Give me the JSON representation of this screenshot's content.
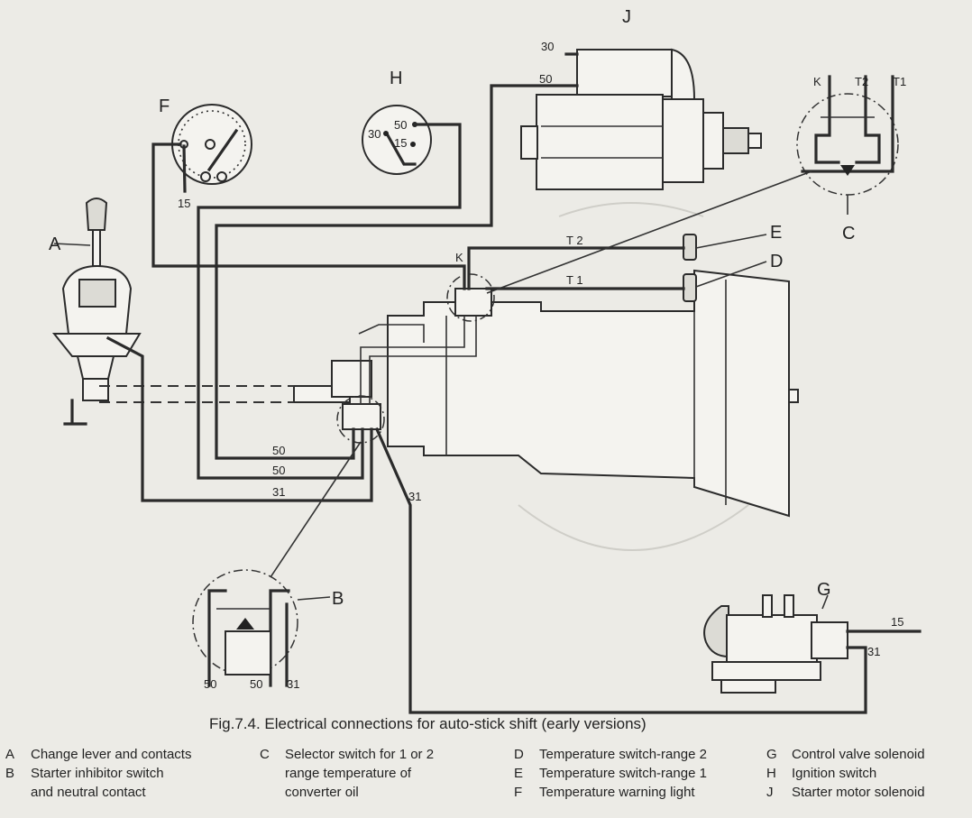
{
  "figure": {
    "caption": "Fig.7.4. Electrical connections for auto-stick shift (early versions)"
  },
  "labels": {
    "A": "A",
    "B": "B",
    "C": "C",
    "D": "D",
    "E": "E",
    "F": "F",
    "G": "G",
    "H": "H",
    "J": "J",
    "K": "K"
  },
  "terminals": {
    "n30": "30",
    "n50": "50",
    "n15": "15",
    "n31": "31",
    "t1": "T 1",
    "t2": "T 2",
    "t1_inset": "T1",
    "t2_inset": "T2"
  },
  "legend": [
    {
      "letter": "A",
      "text": "Change lever and contacts"
    },
    {
      "letter": "B",
      "text": "Starter inhibitor switch\nand neutral contact"
    },
    {
      "letter": "C",
      "text": "Selector switch for 1 or 2\nrange temperature of\nconverter oil"
    },
    {
      "letter": "D",
      "text": "Temperature switch-range 2"
    },
    {
      "letter": "E",
      "text": "Temperature switch-range 1"
    },
    {
      "letter": "F",
      "text": "Temperature warning light"
    },
    {
      "letter": "G",
      "text": "Control valve solenoid"
    },
    {
      "letter": "H",
      "text": "Ignition switch"
    },
    {
      "letter": "J",
      "text": "Starter motor solenoid"
    }
  ]
}
